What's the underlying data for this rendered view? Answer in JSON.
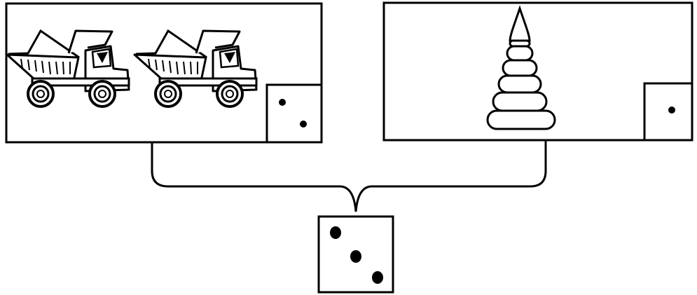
{
  "colors": {
    "ink": "#000000",
    "paper": "#ffffff"
  },
  "left_panel": {
    "picture": [
      "dump-truck",
      "dump-truck"
    ],
    "dice_dots": 2
  },
  "right_panel": {
    "picture": [
      "stacking-ring-pyramid"
    ],
    "dice_dots": 1
  },
  "result_dice": {
    "dots": 3
  }
}
